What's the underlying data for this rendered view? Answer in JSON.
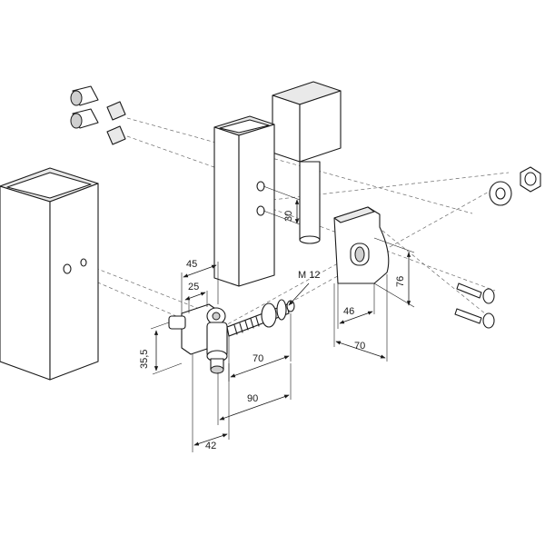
{
  "dimensions": {
    "d45": "45",
    "d25": "25",
    "d35_5": "35,5",
    "d70_hinge": "70",
    "d90": "90",
    "d42": "42",
    "d30": "30",
    "m12": "M 12",
    "d76": "76",
    "d46": "46",
    "d70_plate": "70"
  }
}
